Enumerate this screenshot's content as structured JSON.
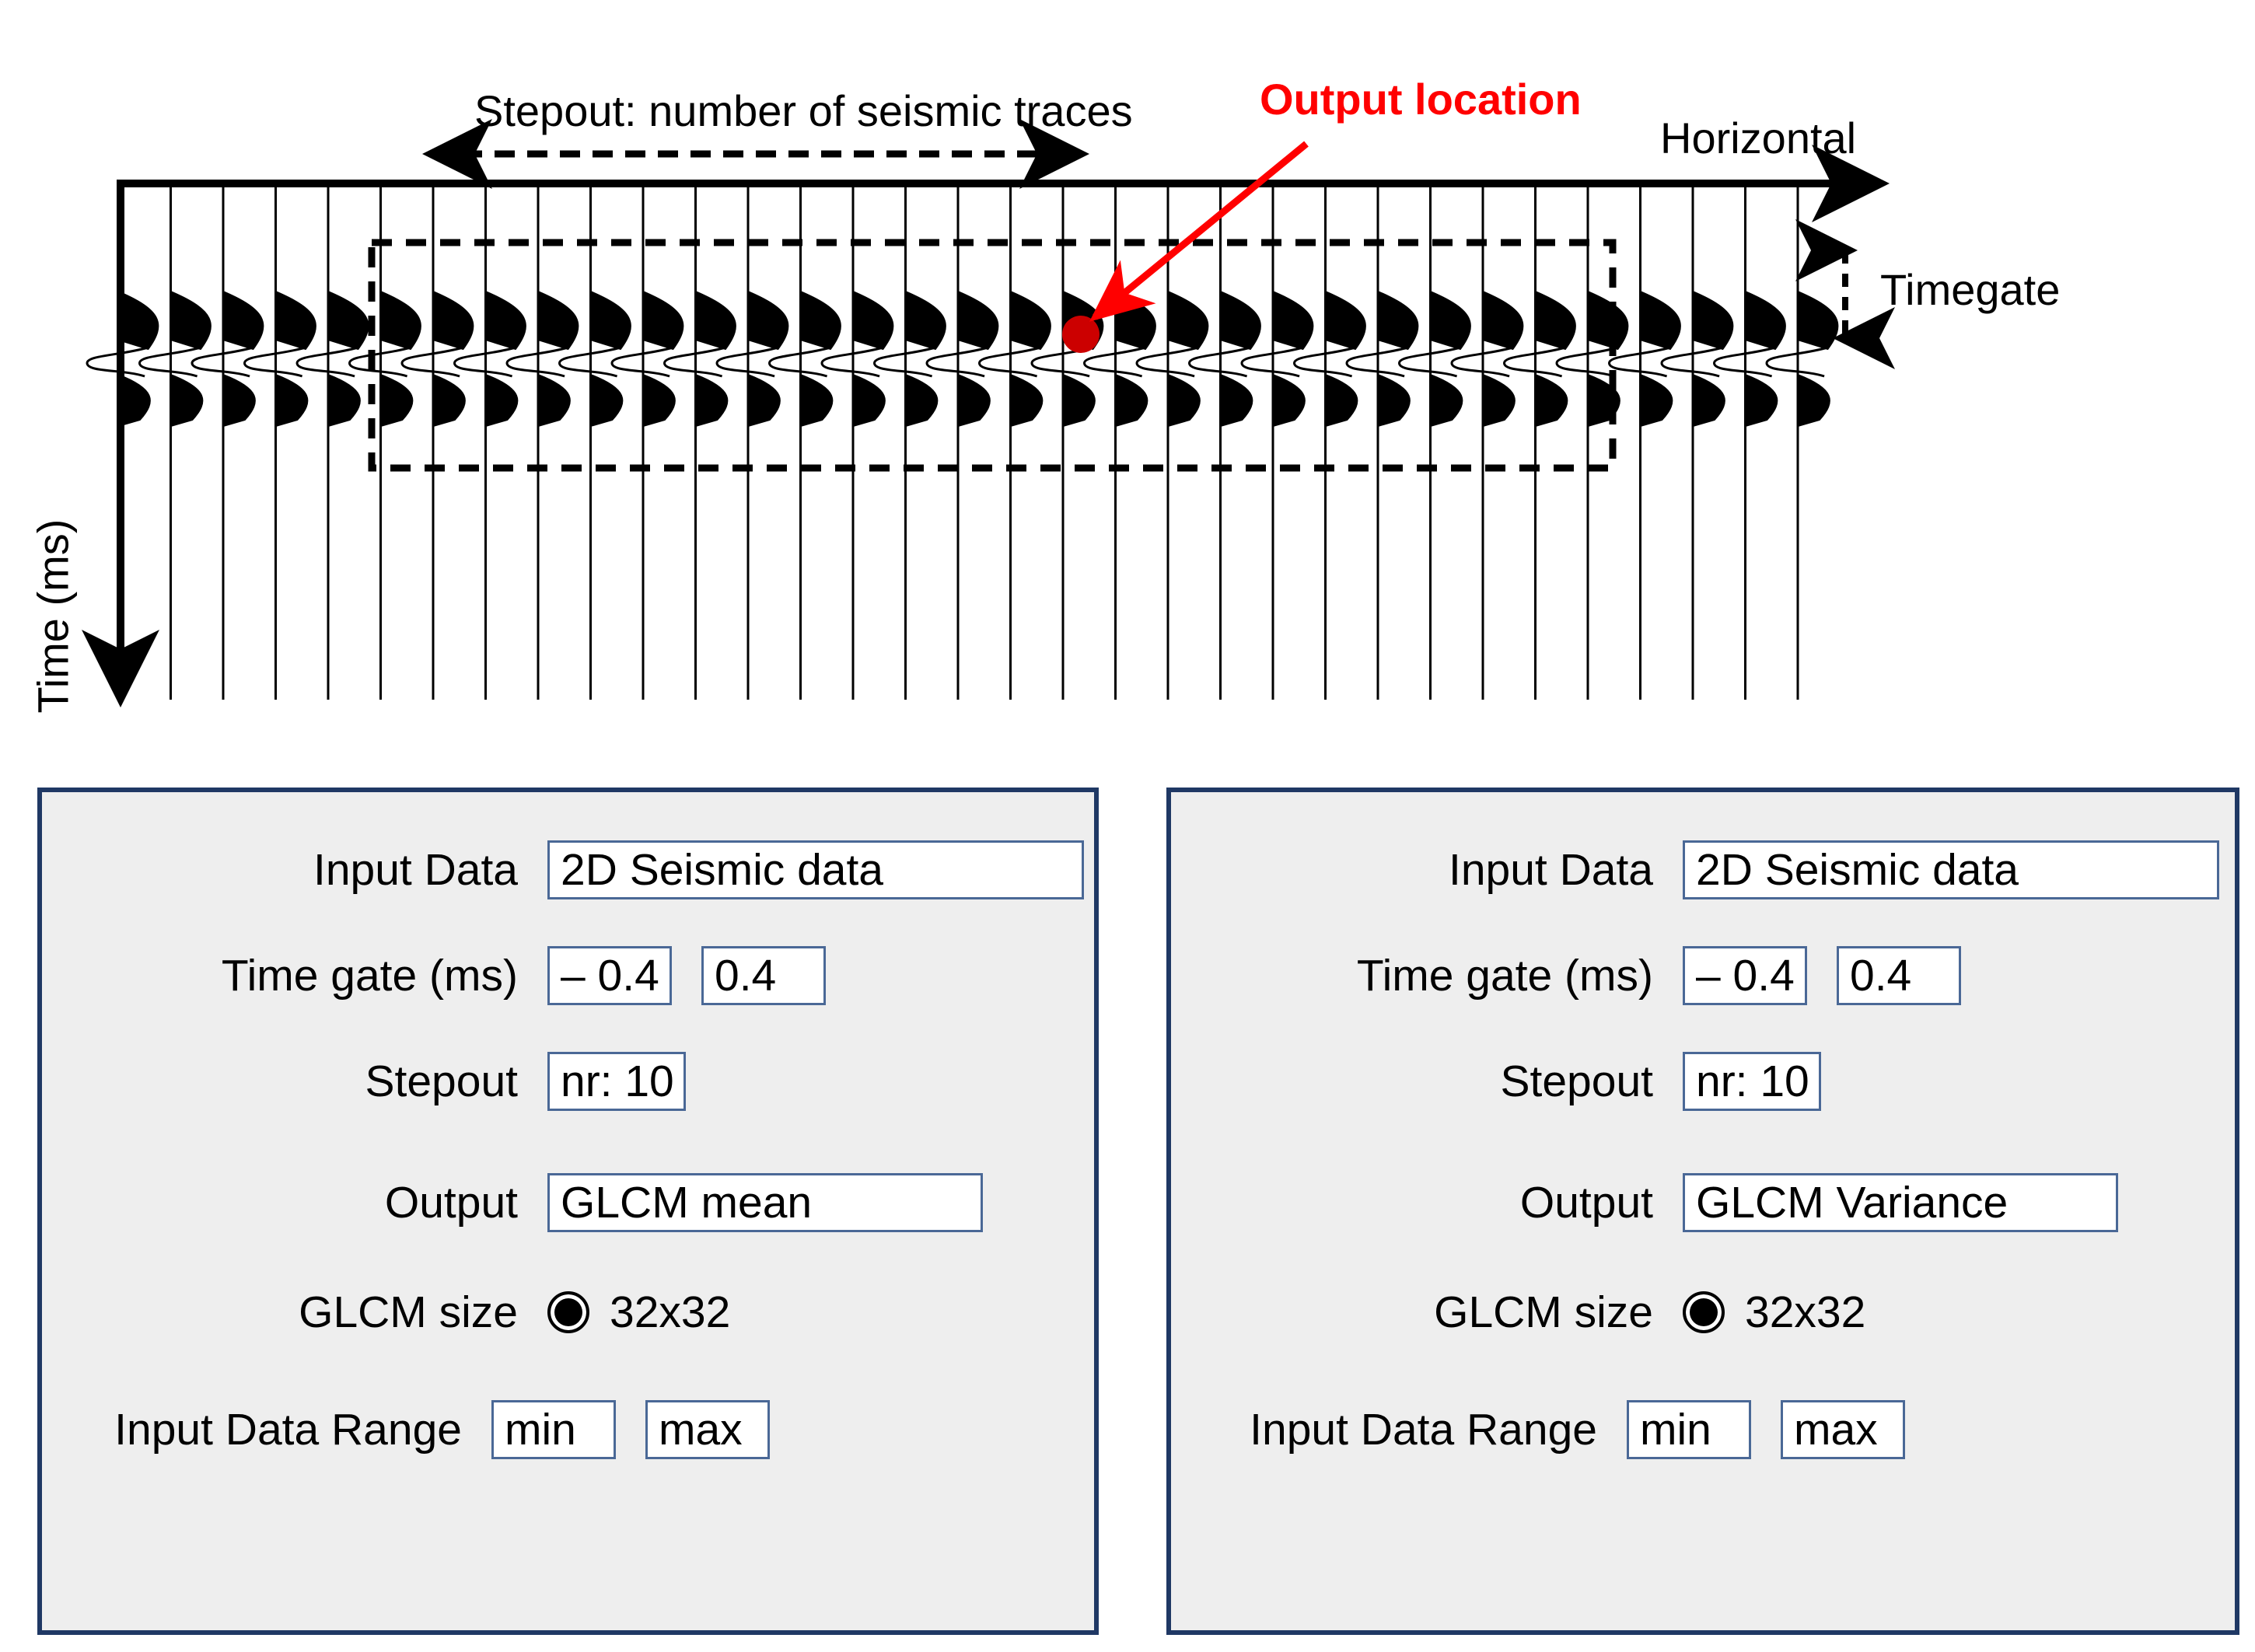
{
  "figure": {
    "stepout_label": "Stepout: number of seismic traces",
    "horizontal_label": "Horizontal",
    "output_location_label": "Output location",
    "timegate_label": "Timegate",
    "time_axis_label": "Time (ms)",
    "accent_color": "#ff0000",
    "trace_count": 33,
    "traces_inside_gate_start_index": 5,
    "traces_inside_gate_end_index": 28,
    "output_trace_index": 17
  },
  "panels": [
    {
      "id": "panel-left",
      "rows": {
        "input_data": {
          "label": "Input Data",
          "value": "2D Seismic data"
        },
        "time_gate": {
          "label": "Time gate (ms)",
          "min": "– 0.4",
          "max": "0.4"
        },
        "stepout": {
          "label": "Stepout",
          "value": "nr: 10"
        },
        "output": {
          "label": "Output",
          "value": "GLCM mean"
        },
        "glcm_size": {
          "label": "GLCM size",
          "selected_option": "32x32"
        },
        "input_data_range": {
          "label": "Input Data Range",
          "min_placeholder": "min",
          "max_placeholder": "max"
        }
      }
    },
    {
      "id": "panel-right",
      "rows": {
        "input_data": {
          "label": "Input Data",
          "value": "2D Seismic data"
        },
        "time_gate": {
          "label": "Time gate (ms)",
          "min": "– 0.4",
          "max": "0.4"
        },
        "stepout": {
          "label": "Stepout",
          "value": "nr: 10"
        },
        "output": {
          "label": "Output",
          "value": "GLCM Variance"
        },
        "glcm_size": {
          "label": "GLCM size",
          "selected_option": "32x32"
        },
        "input_data_range": {
          "label": "Input Data Range",
          "min_placeholder": "min",
          "max_placeholder": "max"
        }
      }
    }
  ],
  "colors": {
    "panel_border": "#1f3864",
    "panel_background": "#eeeeee",
    "field_border": "#4a6896",
    "annotation_red": "#ff0000",
    "dot_red": "#cc0000"
  }
}
